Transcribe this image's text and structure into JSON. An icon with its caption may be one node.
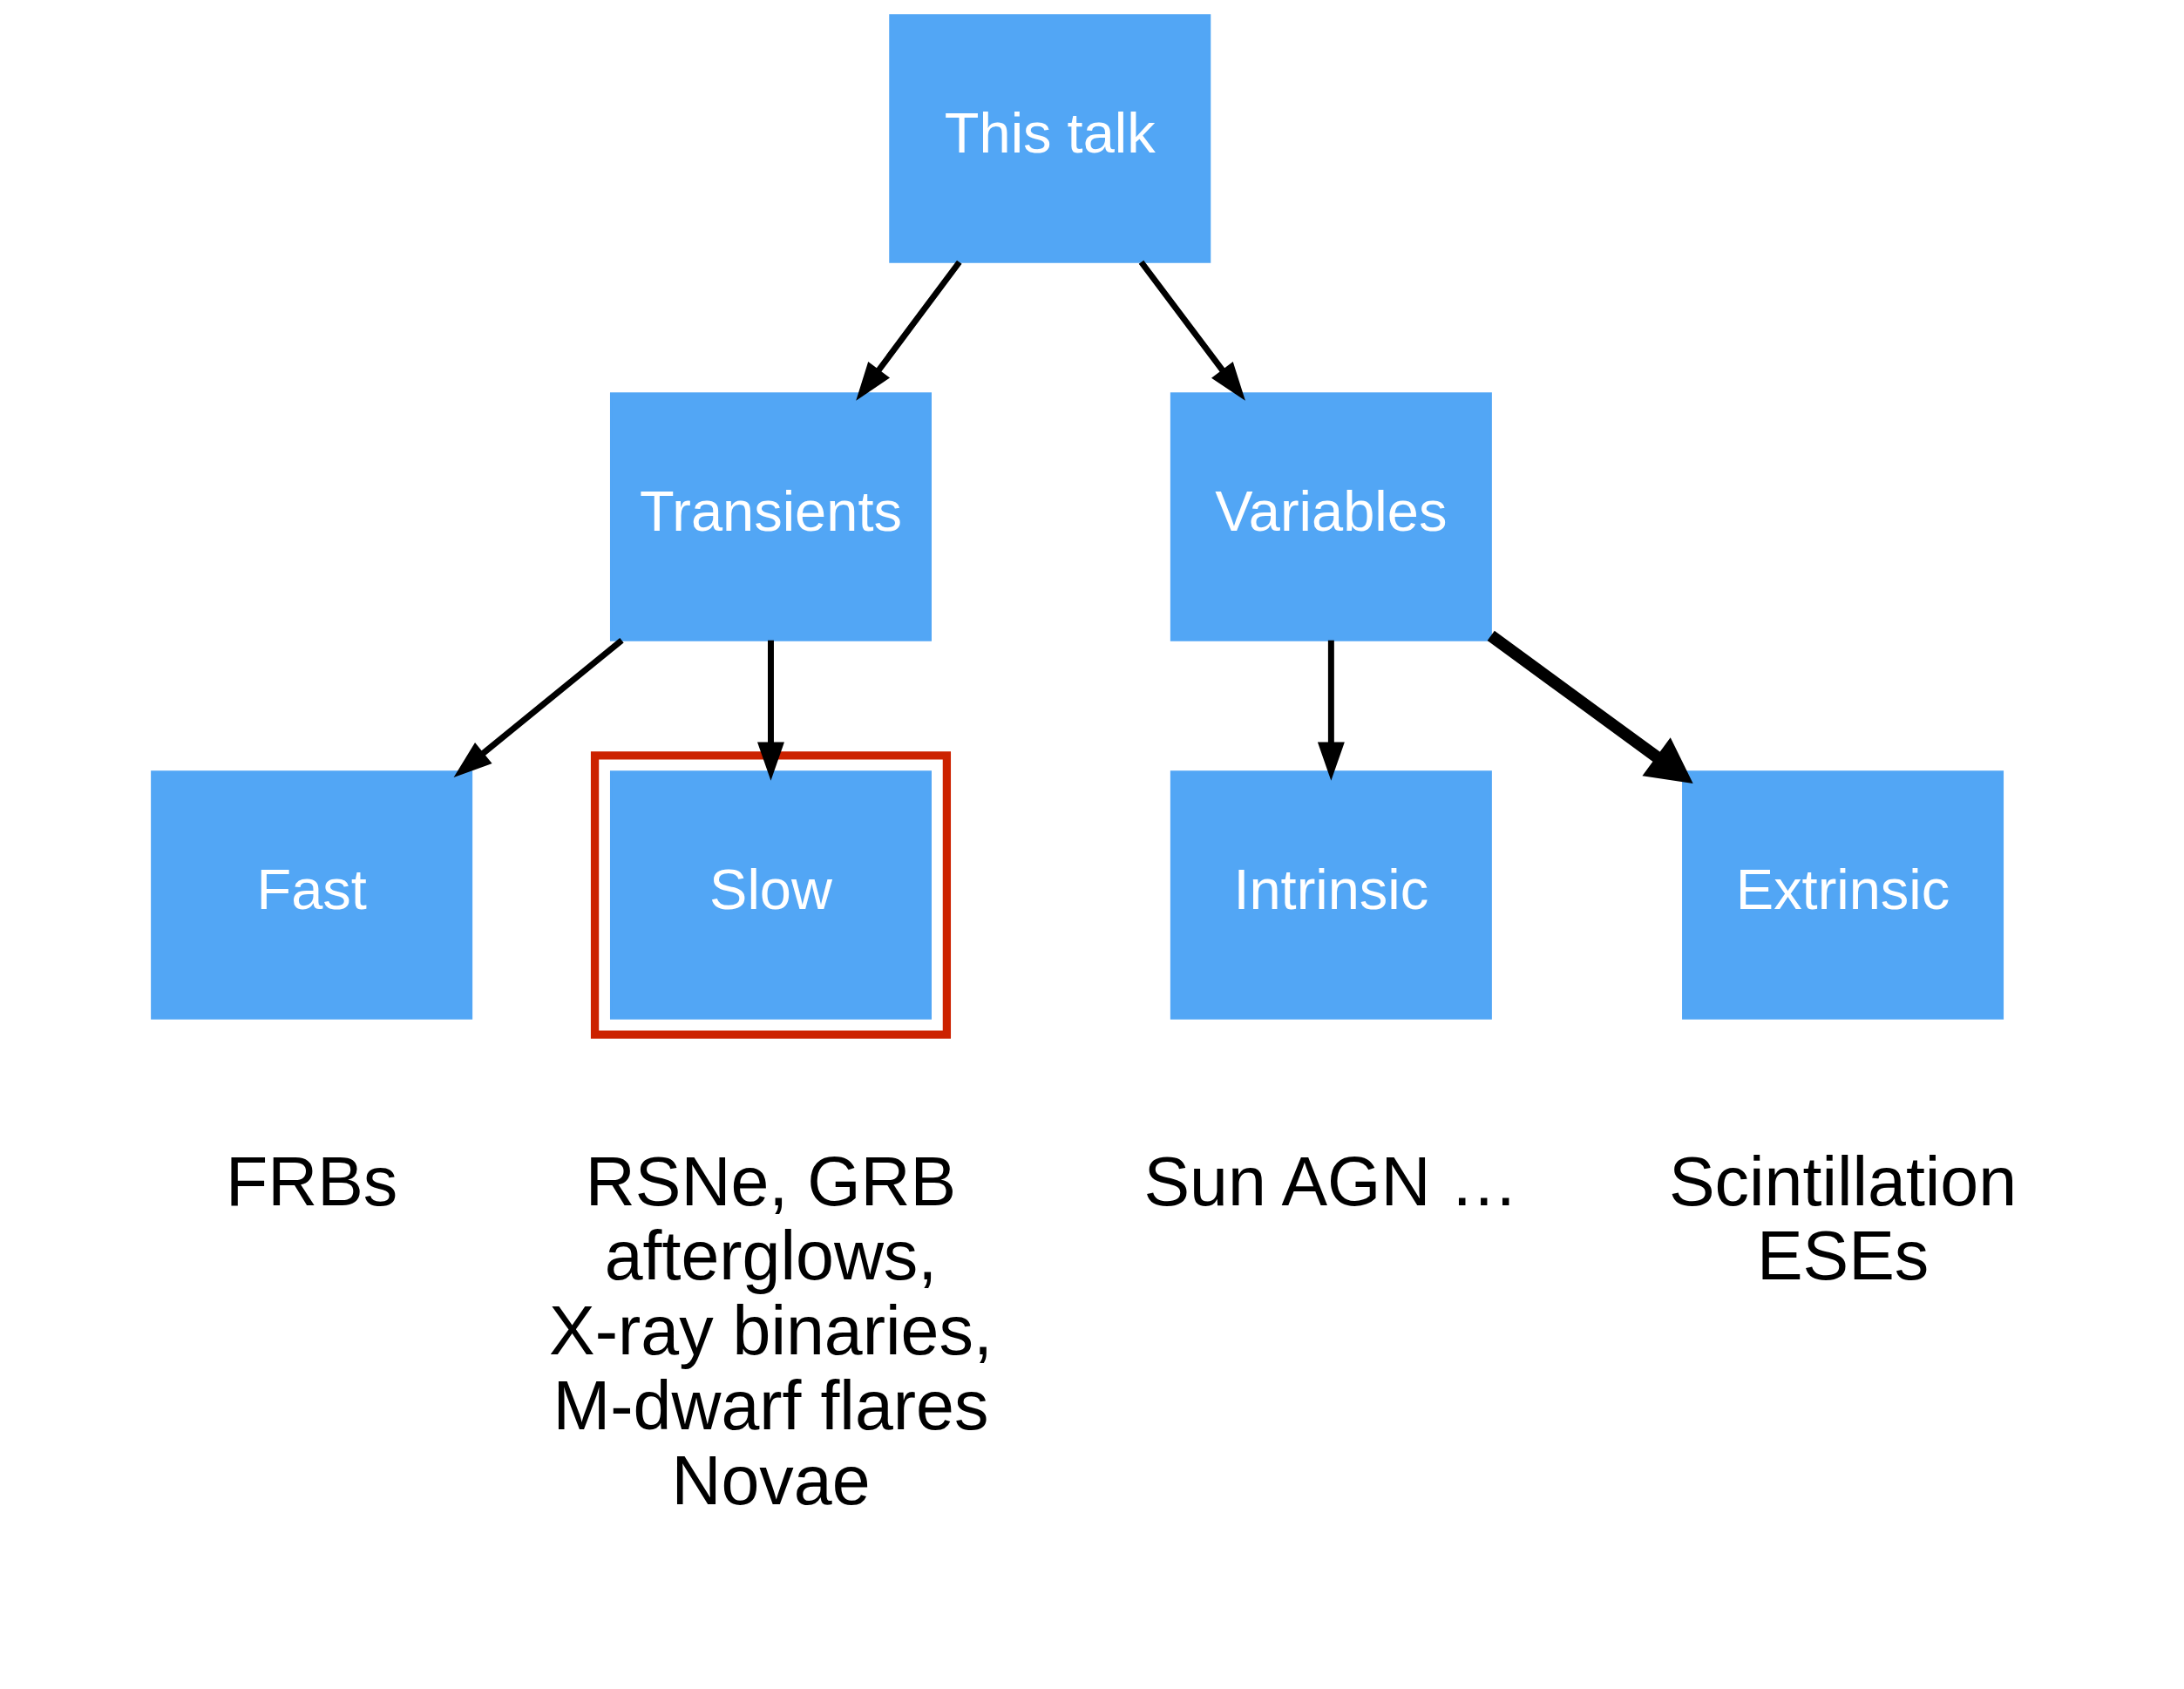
{
  "diagram": {
    "nodes": [
      {
        "text": [
          "This talk"
        ]
      },
      {
        "text": [
          "Transients"
        ]
      },
      {
        "text": [
          "Variables"
        ]
      },
      {
        "text": [
          "Fast"
        ],
        "beside": [
          "FRBs"
        ]
      },
      {
        "text": [],
        "shape": "box"
      },
      {
        "text": [
          "Slow"
        ],
        "in": 4,
        "beside": [
          "RSNe, GRB afterglows, X-ray binaries, M-dwarf flares Novae"
        ]
      },
      {
        "text": [
          "Intrinsic"
        ],
        "beside": [
          "Sun AGN …"
        ]
      },
      {
        "text": [
          "Extrinsic"
        ],
        "beside": [
          "Scintillation ESEs"
        ]
      }
    ],
    "edges": [
      {
        "from": 0,
        "to": 1,
        "arrow": "to"
      },
      {
        "from": 0,
        "to": 2,
        "arrow": "to"
      },
      {
        "from": 1,
        "to": 3,
        "arrow": "to"
      },
      {
        "from": 1,
        "to": 5,
        "arrow": "to"
      },
      {
        "from": 2,
        "to": 6,
        "arrow": "to"
      },
      {
        "from": 2,
        "to": 7,
        "arrow": "to",
        "style": "thick"
      }
    ]
  }
}
